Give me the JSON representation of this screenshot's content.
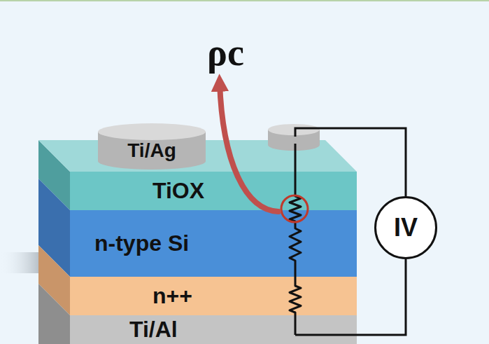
{
  "diagram": {
    "nodes": [
      {
        "text": [
          "Ti/Ag"
        ]
      },
      {
        "text": [
          "TiOX"
        ]
      },
      {
        "text": [
          "n-type Si"
        ]
      },
      {
        "text": [
          "n++"
        ]
      },
      {
        "text": [
          "Ti/Al"
        ]
      },
      {
        "text": [
          "IV"
        ]
      }
    ],
    "edges": [
      {
        "from": 5,
        "to": 4,
        "arrow": "none"
      }
    ],
    "labels": [
      "ρc"
    ]
  }
}
